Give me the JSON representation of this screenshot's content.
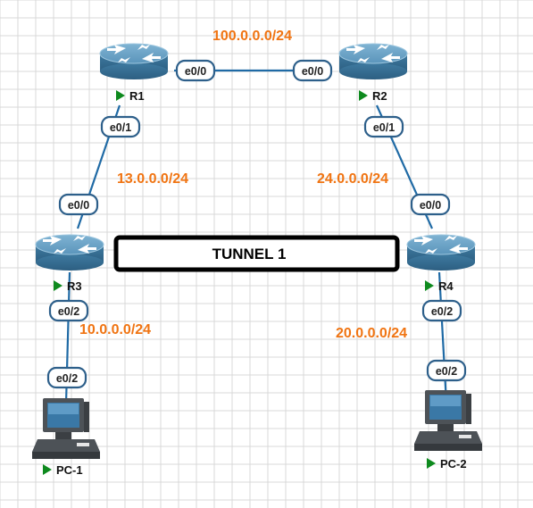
{
  "colors": {
    "link": "#1f6aa5",
    "network_label": "#f07412",
    "status_play": "#0e8a1e",
    "router_body": "#4b88ad"
  },
  "networks": {
    "r1_r2": "100.0.0.0/24",
    "r1_r3": "13.0.0.0/24",
    "r2_r4": "24.0.0.0/24",
    "r3_pc1": "10.0.0.0/24",
    "r4_pc2": "20.0.0.0/24"
  },
  "tunnel": {
    "label": "TUNNEL 1"
  },
  "devices": {
    "r1": {
      "label": "R1",
      "icon": "router-icon"
    },
    "r2": {
      "label": "R2",
      "icon": "router-icon"
    },
    "r3": {
      "label": "R3",
      "icon": "router-icon"
    },
    "r4": {
      "label": "R4",
      "icon": "router-icon"
    },
    "pc1": {
      "label": "PC-1",
      "icon": "pc-icon"
    },
    "pc2": {
      "label": "PC-2",
      "icon": "pc-icon"
    }
  },
  "interfaces": {
    "r1_to_r2": "e0/0",
    "r2_to_r1": "e0/0",
    "r1_to_r3": "e0/1",
    "r3_to_r1": "e0/0",
    "r2_to_r4": "e0/1",
    "r4_to_r2": "e0/0",
    "r3_to_pc1": "e0/2",
    "pc1_to_r3": "e0/2",
    "r4_to_pc2": "e0/2",
    "pc2_to_r4": "e0/2"
  }
}
